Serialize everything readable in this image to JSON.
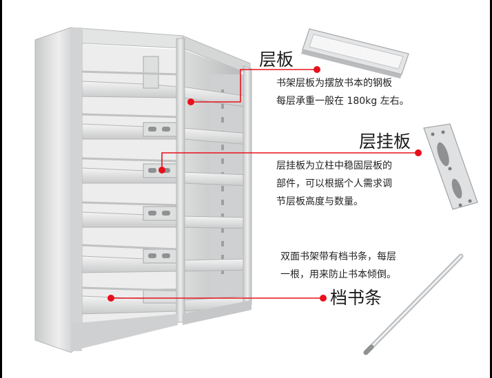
{
  "callouts": {
    "shelf_board": {
      "title": "层板",
      "lines": [
        "书架层板为摆放书本的钢板",
        "每层承重一般在 180kg 左右。"
      ]
    },
    "hanging_plate": {
      "title": "层挂板",
      "lines": [
        "层挂板为立柱中稳固层板的",
        "部件，可以根据个人需求调",
        "节层板高度与数量。"
      ]
    },
    "book_stopper": {
      "title": "档书条",
      "lines": [
        "双面书架带有档书条，每层",
        "一根，用来防止书本倾倒。"
      ]
    }
  },
  "colors": {
    "accent": "#e8101a",
    "steel": "#d9dadb",
    "steel_dark": "#a9abad"
  },
  "icons": [
    "shelf-board-product-image",
    "hanging-plate-product-image",
    "stopper-bar-product-image",
    "bookshelf-product-image"
  ]
}
